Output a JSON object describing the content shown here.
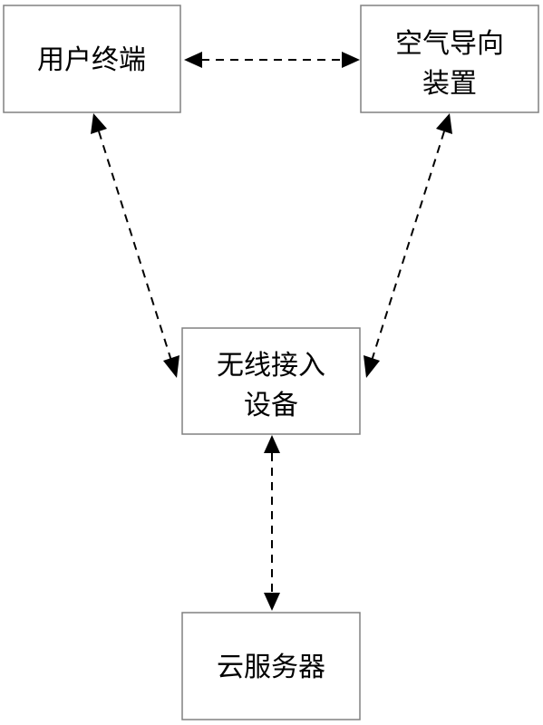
{
  "nodes": {
    "user_terminal": {
      "lines": [
        "用户终端"
      ]
    },
    "air_guide": {
      "lines": [
        "空气导向",
        "装置"
      ]
    },
    "wireless_access": {
      "lines": [
        "无线接入",
        "设备"
      ]
    },
    "cloud_server": {
      "lines": [
        "云服务器"
      ]
    }
  },
  "edges": [
    {
      "from": "user_terminal",
      "to": "air_guide",
      "bidirectional": true,
      "style": "dashed"
    },
    {
      "from": "user_terminal",
      "to": "wireless_access",
      "bidirectional": true,
      "style": "dashed"
    },
    {
      "from": "air_guide",
      "to": "wireless_access",
      "bidirectional": true,
      "style": "dashed"
    },
    {
      "from": "wireless_access",
      "to": "cloud_server",
      "bidirectional": true,
      "style": "dashed"
    }
  ]
}
